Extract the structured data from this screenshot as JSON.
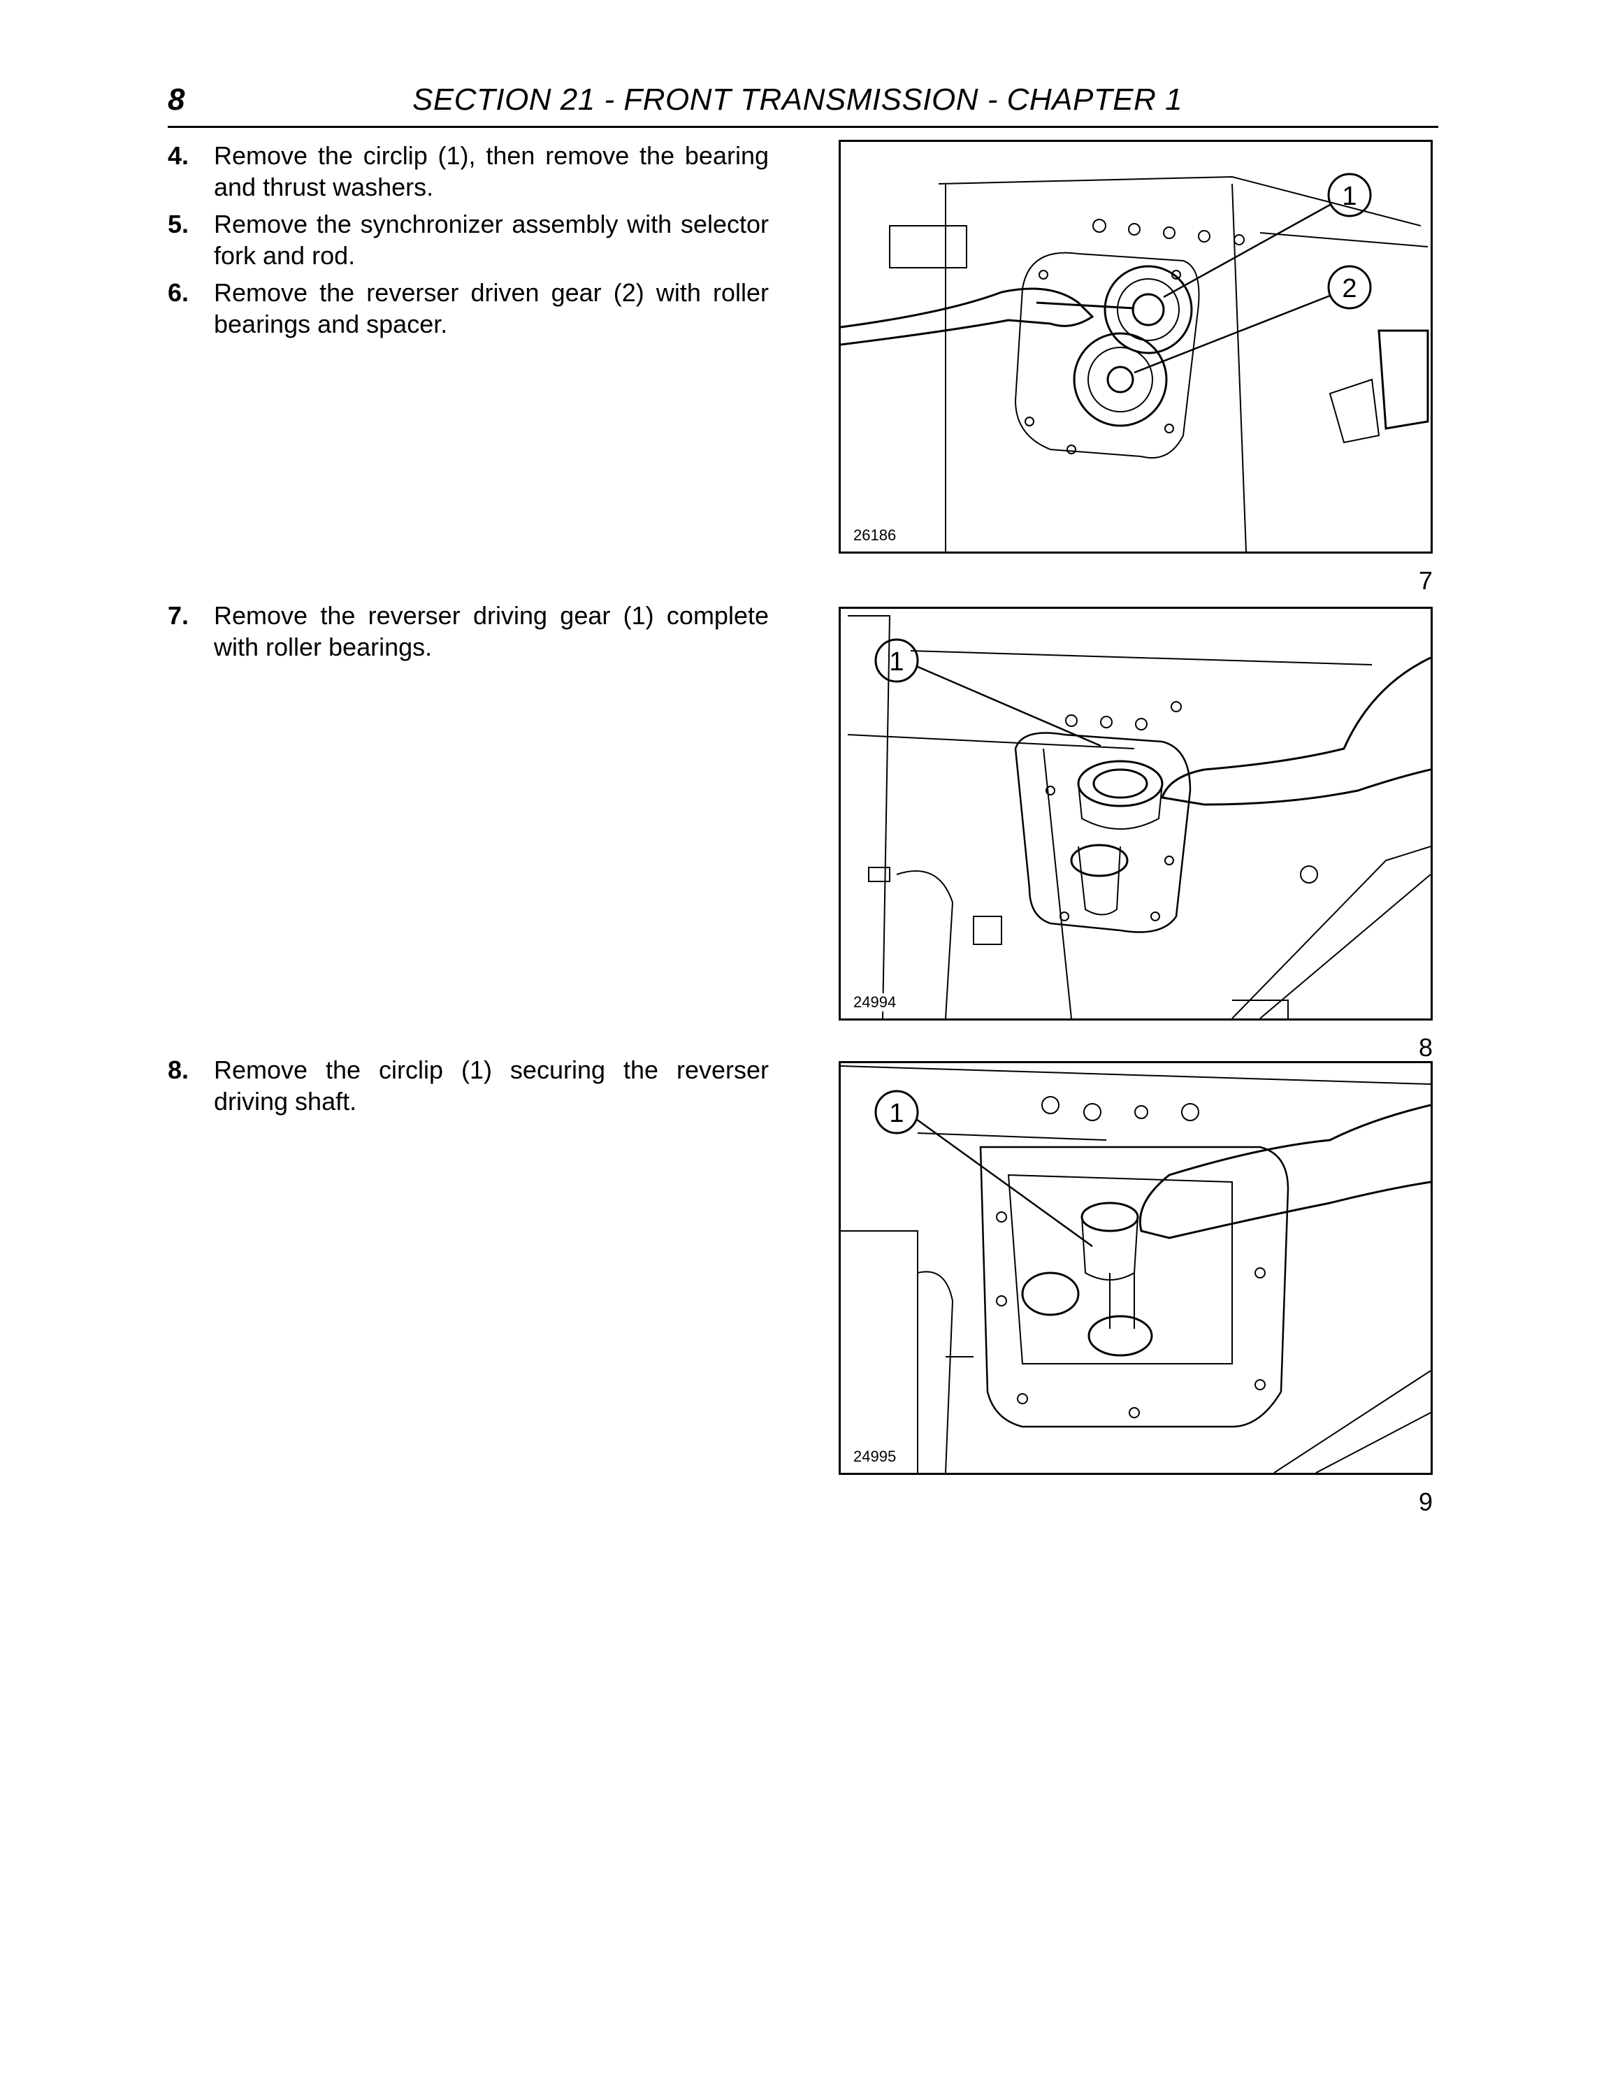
{
  "header": {
    "page_number": "8",
    "section_title": "SECTION 21 - FRONT TRANSMISSION - CHAPTER 1"
  },
  "steps": [
    {
      "number": "4.",
      "text": "Remove the circlip (1), then remove the bearing and thrust washers."
    },
    {
      "number": "5.",
      "text": "Remove the synchronizer assembly with selector fork and rod."
    },
    {
      "number": "6.",
      "text": "Remove the reverser driven gear (2) with roller bearings and spacer."
    },
    {
      "number": "7.",
      "text": "Remove the reverser driving gear (1) complete with roller bearings."
    },
    {
      "number": "8.",
      "text": "Remove the circlip (1) securing the reverser driving shaft."
    }
  ],
  "figures": [
    {
      "code": "26186",
      "number": "7",
      "callouts": [
        "1",
        "2"
      ]
    },
    {
      "code": "24994",
      "number": "8",
      "callouts": [
        "1"
      ]
    },
    {
      "code": "24995",
      "number": "9",
      "callouts": [
        "1"
      ]
    }
  ]
}
